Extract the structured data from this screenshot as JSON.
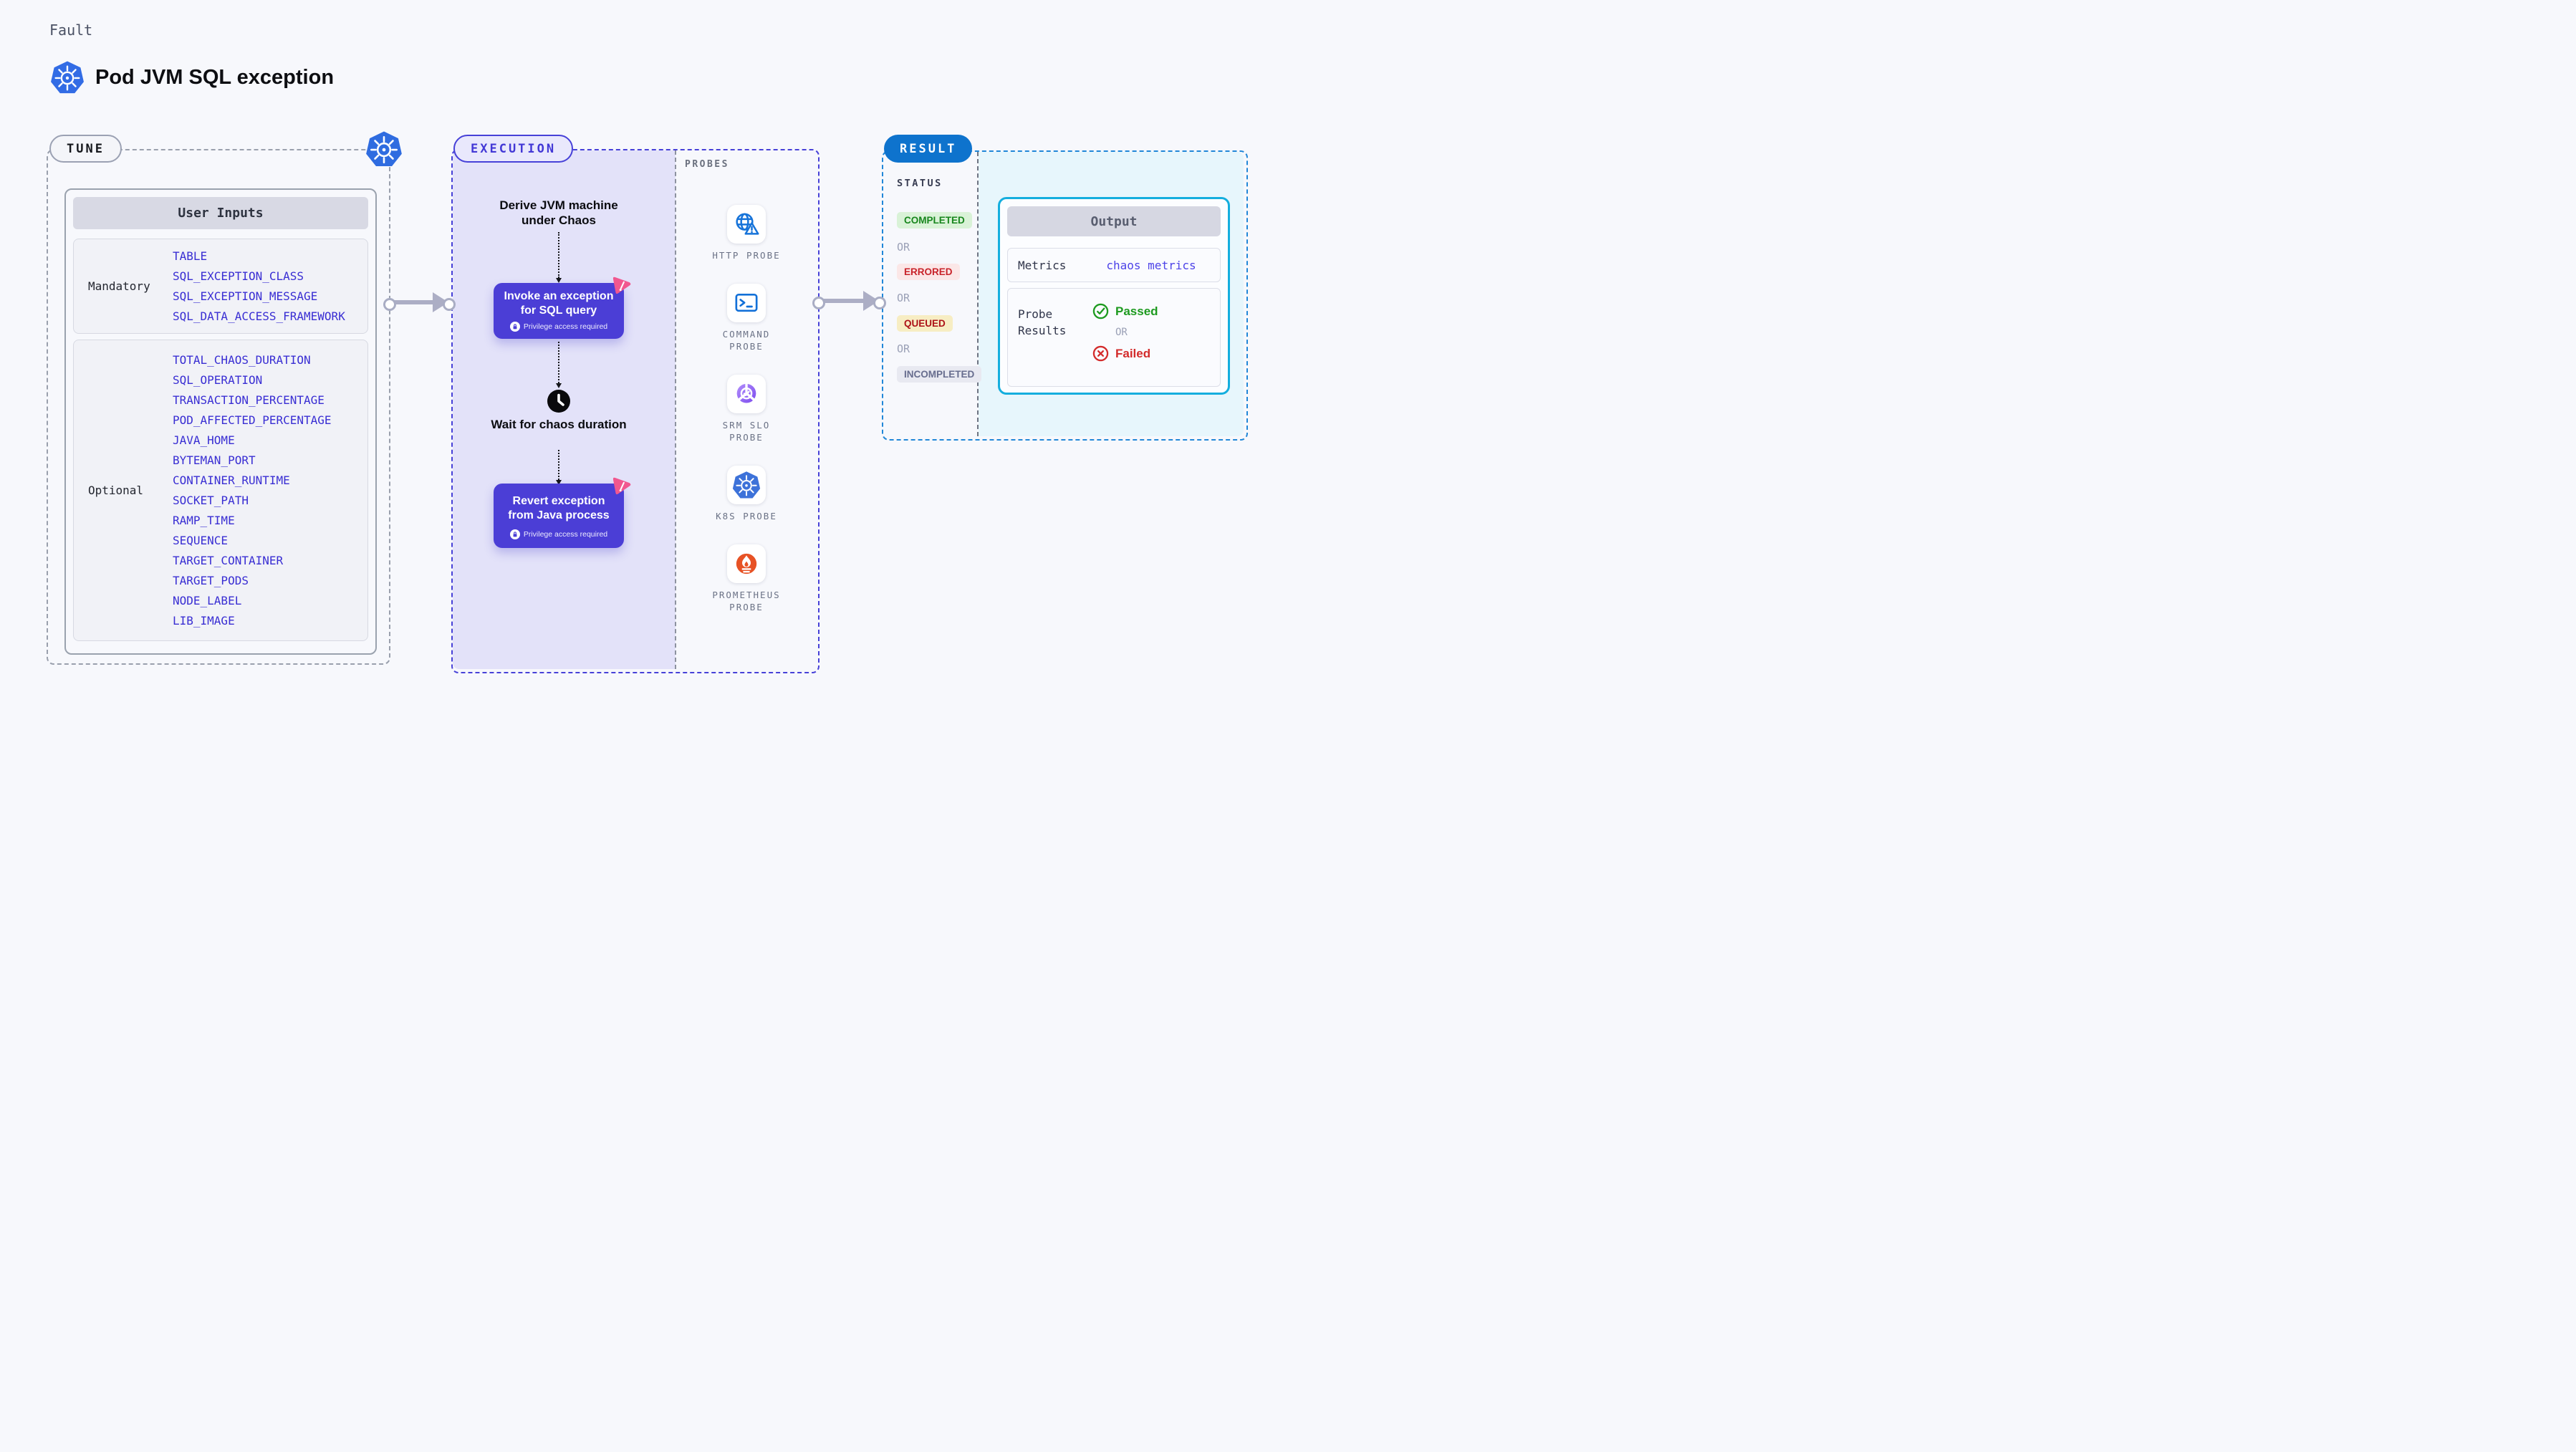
{
  "header": {
    "category_label": "Fault",
    "title": "Pod JVM SQL exception",
    "icon": "kubernetes-logo"
  },
  "tune": {
    "badge_label": "TUNE",
    "user_inputs": {
      "title": "User Inputs",
      "groups": [
        {
          "label": "Mandatory",
          "items": [
            "TABLE",
            "SQL_EXCEPTION_CLASS",
            "SQL_EXCEPTION_MESSAGE",
            "SQL_DATA_ACCESS_FRAMEWORK"
          ]
        },
        {
          "label": "Optional",
          "items": [
            "TOTAL_CHAOS_DURATION",
            "SQL_OPERATION",
            "TRANSACTION_PERCENTAGE",
            "POD_AFFECTED_PERCENTAGE",
            "JAVA_HOME",
            "BYTEMAN_PORT",
            "CONTAINER_RUNTIME",
            "SOCKET_PATH",
            "RAMP_TIME",
            "SEQUENCE",
            "TARGET_CONTAINER",
            "TARGET_PODS",
            "NODE_LABEL",
            "LIB_IMAGE"
          ]
        }
      ]
    }
  },
  "execution": {
    "badge_label": "EXECUTION",
    "flow": {
      "derive_label": "Derive JVM machine under Chaos",
      "invoke_title": "Invoke an exception for SQL query",
      "invoke_note": "Privilege access required",
      "wait_label": "Wait for chaos duration",
      "revert_title": "Revert exception from Java process",
      "revert_note": "Privilege access required"
    },
    "probes": {
      "label": "PROBES",
      "items": [
        {
          "name": "HTTP PROBE",
          "icon": "globe-warning-icon"
        },
        {
          "name": "COMMAND PROBE",
          "icon": "terminal-icon"
        },
        {
          "name": "SRM SLO PROBE",
          "icon": "slo-donut-icon"
        },
        {
          "name": "K8S PROBE",
          "icon": "kubernetes-logo"
        },
        {
          "name": "PROMETHEUS PROBE",
          "icon": "prometheus-flame-icon"
        }
      ]
    }
  },
  "result": {
    "badge_label": "RESULT",
    "status": {
      "label": "STATUS",
      "or_label": "OR",
      "values": [
        {
          "text": "COMPLETED",
          "state": "completed"
        },
        {
          "text": "ERRORED",
          "state": "errored"
        },
        {
          "text": "QUEUED",
          "state": "queued"
        },
        {
          "text": "INCOMPLETED",
          "state": "incompleted"
        }
      ]
    },
    "output": {
      "title": "Output",
      "metrics_label": "Metrics",
      "metrics_value": "chaos metrics",
      "probe_results_label": "Probe Results",
      "passed_label": "Passed",
      "or_label": "OR",
      "failed_label": "Failed"
    }
  },
  "colors": {
    "background": "#f7f8fc",
    "execution_fill": "#e3e2f9",
    "execution_accent": "#4741d8",
    "result_accent": "#2187d8",
    "result_fill": "#e7f6fc",
    "output_border": "#14aede",
    "step_fill": "#4b3ed6",
    "item_text": "#392ed3",
    "passed_green": "#1d9a1f",
    "failed_red": "#d32b2b",
    "arrow_gray": "#acaec5",
    "kubernetes_blue": "#326ce5",
    "litmus_pink": "#f1578f",
    "prometheus_orange": "#e75225"
  }
}
